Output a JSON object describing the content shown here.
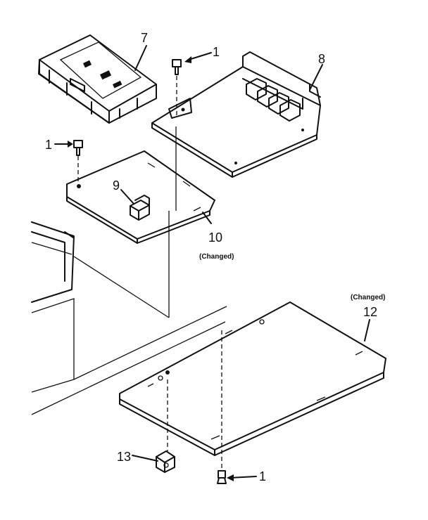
{
  "callouts": [
    {
      "id": "label-7",
      "text": "7"
    },
    {
      "id": "label-1-top",
      "text": "1"
    },
    {
      "id": "label-8",
      "text": "8"
    },
    {
      "id": "label-1-left",
      "text": "1"
    },
    {
      "id": "label-9",
      "text": "9"
    },
    {
      "id": "label-10",
      "text": "10"
    },
    {
      "id": "label-12",
      "text": "12"
    },
    {
      "id": "label-13",
      "text": "13"
    },
    {
      "id": "label-1-bottom",
      "text": "1"
    }
  ],
  "notes": {
    "part10": "(Changed)",
    "part12": "(Changed)"
  }
}
